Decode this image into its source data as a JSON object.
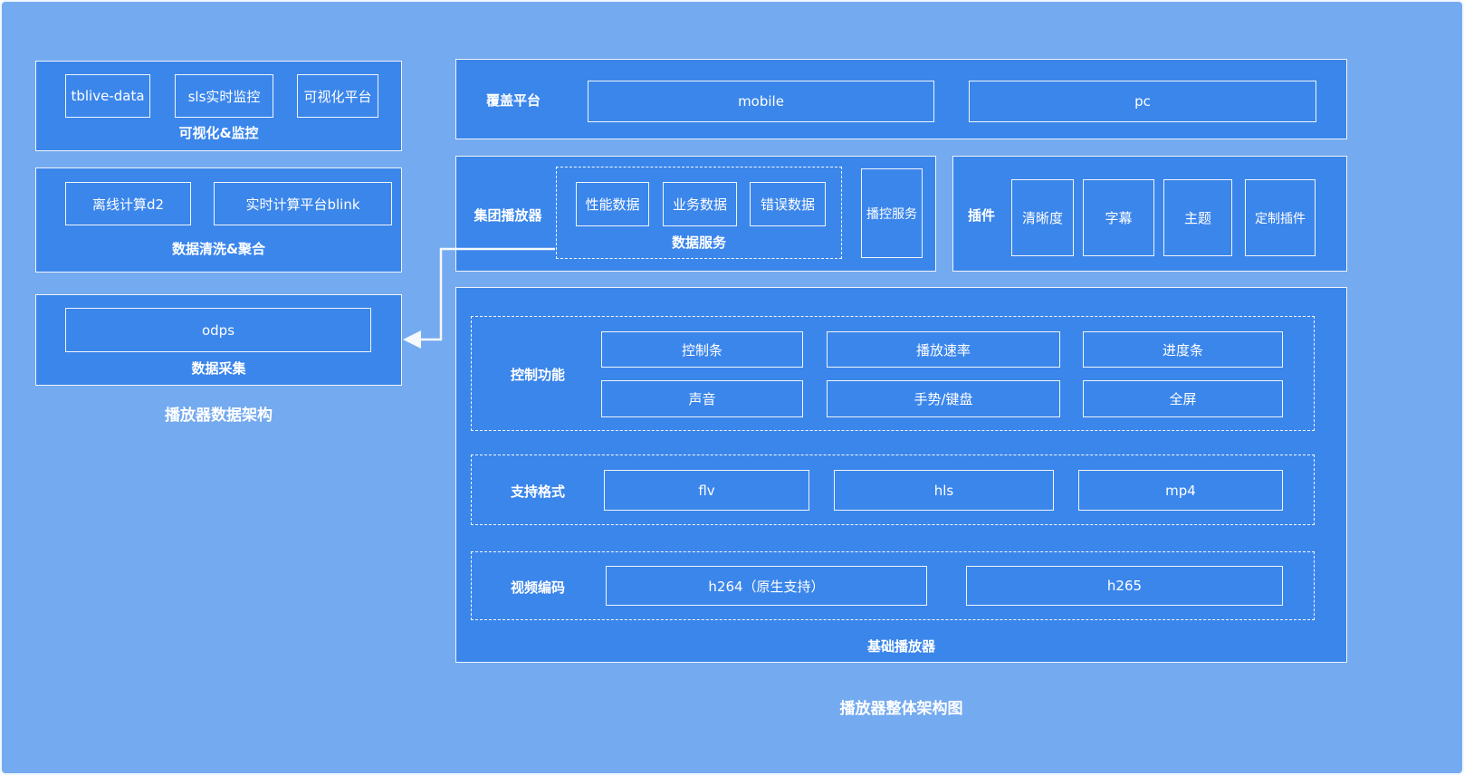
{
  "colors": {
    "background": "#74aaef",
    "box": "#3b86eb",
    "border": "#f0f4f9"
  },
  "left": {
    "caption": "播放器数据架构",
    "monitor": {
      "label": "可视化&监控",
      "items": [
        "tblive-data",
        "sls实时监控",
        "可视化平台"
      ]
    },
    "cleaning": {
      "label": "数据清洗&聚合",
      "items": [
        "离线计算d2",
        "实时计算平台blink"
      ]
    },
    "collection": {
      "label": "数据采集",
      "items": [
        "odps"
      ]
    }
  },
  "right": {
    "caption": "播放器整体架构图",
    "platform": {
      "label": "覆盖平台",
      "items": [
        "mobile",
        "pc"
      ]
    },
    "group_player": {
      "label": "集团播放器",
      "data_service": {
        "label": "数据服务",
        "items": [
          "性能数据",
          "业务数据",
          "错误数据"
        ]
      },
      "broadcast_service": "播控服务"
    },
    "plugins": {
      "label": "插件",
      "items": [
        "清晰度",
        "字幕",
        "主题",
        "定制插件"
      ]
    },
    "base_player": {
      "label": "基础播放器",
      "control": {
        "label": "控制功能",
        "items": [
          "控制条",
          "播放速率",
          "进度条",
          "声音",
          "手势/键盘",
          "全屏"
        ]
      },
      "formats": {
        "label": "支持格式",
        "items": [
          "flv",
          "hls",
          "mp4"
        ]
      },
      "codecs": {
        "label": "视频编码",
        "items": [
          "h264（原生支持）",
          "h265"
        ]
      }
    }
  }
}
